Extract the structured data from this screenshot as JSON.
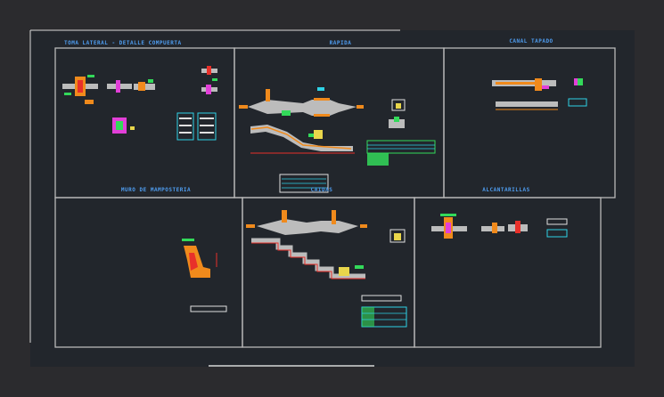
{
  "sheet": {
    "labels": {
      "top_left": "TOMA LATERAL - DETALLE COMPUERTA",
      "top_center": "RAPIDA",
      "top_right": "CANAL TAPADO",
      "mid_left": "MURO DE MAMPOSTERIA",
      "mid_center": "CAIDAS",
      "mid_right": "ALCANTARILLAS"
    }
  },
  "colors": {
    "background": "#2b2b2e",
    "paper": "#22262c",
    "frame": "#b9b9b9",
    "label": "#4f9df0",
    "orange": "#f08a1c",
    "grey": "#bcbcbc",
    "green": "#33d95a",
    "red": "#e8302a",
    "cyan": "#2fd2e6",
    "yellow": "#e9d64b",
    "magenta": "#e23fd8"
  }
}
